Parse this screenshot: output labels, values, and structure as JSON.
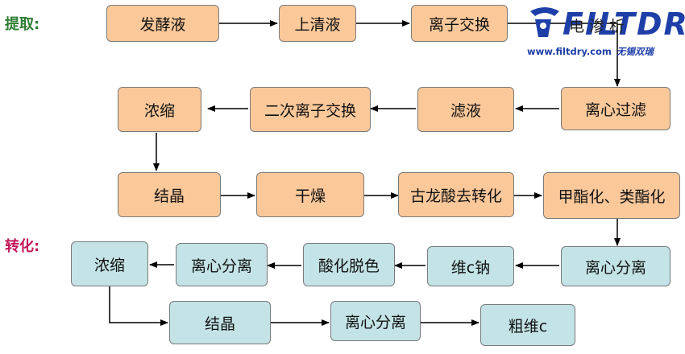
{
  "sections": {
    "extract_label": "提取:",
    "convert_label": "转化:"
  },
  "nodes": {
    "fermentation_broth": "发酵液",
    "supernatant": "上清液",
    "ion_exchange": "离子交换",
    "centrifugal_filtration": "离心过滤",
    "filtrate": "滤液",
    "secondary_ion_exchange": "二次离子交换",
    "concentration_1": "浓缩",
    "crystallization_1": "结晶",
    "drying": "干燥",
    "gulonic_acid_conversion": "古龙酸去转化",
    "methyl_esterification": "甲酯化、类酯化",
    "centrifugal_separation_1": "离心分离",
    "vc_sodium": "维c钠",
    "acidification_desalting": "酸化脱色",
    "centrifugal_separation_2": "离心分离",
    "concentration_2": "浓缩",
    "crystallization_2": "结晶",
    "centrifugal_separation_3": "离心分离",
    "crude_vc": "粗维c"
  },
  "logo": {
    "brand_text": "FILTDRY",
    "overlay_text": "电渗析",
    "url": "www.filtdry.com",
    "company": "无锡双瑞"
  },
  "colors": {
    "extract_box": "#fbc89a",
    "convert_box": "#c3e3e6",
    "extract_label": "#2e7d32",
    "convert_label": "#c2185b",
    "brand": "#1e3fa8"
  }
}
